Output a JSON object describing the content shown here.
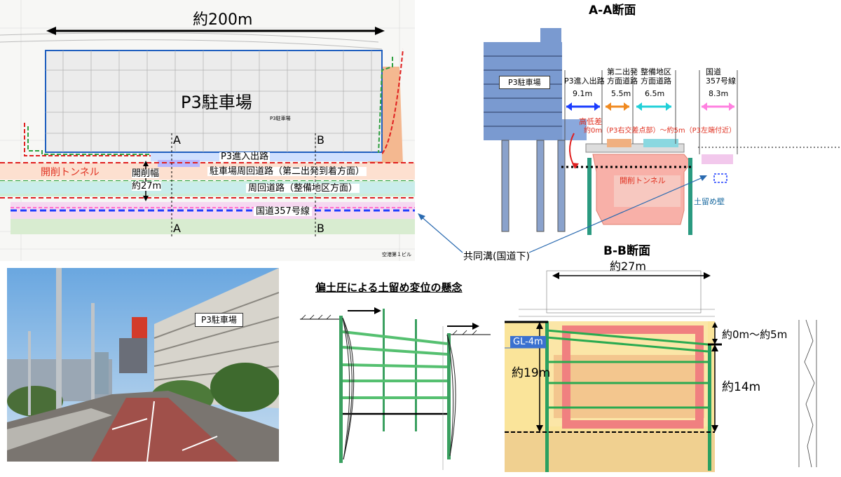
{
  "plan": {
    "length_label": "約200m",
    "parking_label": "P3駐車場",
    "parking_small": "P3駐車場",
    "section_a_top": "A",
    "section_b_top": "B",
    "section_a_bottom": "A",
    "section_b_bottom": "B",
    "entry_road": "P3進入出路",
    "tunnel": "開削トンネル",
    "width_title": "開削幅",
    "width_value": "約27m",
    "loop_road_1": "駐車場周回道路（第二出発到着方面）",
    "loop_road_2": "周回道路（整備地区方面）",
    "national_road": "国道357号線",
    "footer": "空港第１ビル"
  },
  "common_duct": "共同溝(国道下)",
  "section_aa": {
    "title": "A-A断面",
    "building": "P3駐車場",
    "columns": [
      {
        "name": "P3進入出路",
        "width": "9.1m",
        "color": "#1a3cff"
      },
      {
        "name": "第二出発\n方面道路",
        "width": "5.5m",
        "color": "#f08a20"
      },
      {
        "name": "整備地区\n方面道路",
        "width": "6.5m",
        "color": "#20d0d8"
      },
      {
        "name": "国道\n357号線",
        "width": "8.3m",
        "color": "#ff80e0"
      }
    ],
    "elevation_title": "高低差",
    "elevation_value": "約0m（P3右交差点部）～約5m（P3左端付近）",
    "tunnel": "開削トンネル",
    "retaining_wall": "土留め壁"
  },
  "photo": {
    "sign": "P3駐車場"
  },
  "concern": {
    "title": "偏土圧による土留め変位の懸念"
  },
  "section_bb": {
    "title": "B-B断面",
    "width": "約27m",
    "diff": "約0m～約5m",
    "gl": "GL-4m",
    "left_depth": "約19m",
    "right_depth": "約14m"
  }
}
